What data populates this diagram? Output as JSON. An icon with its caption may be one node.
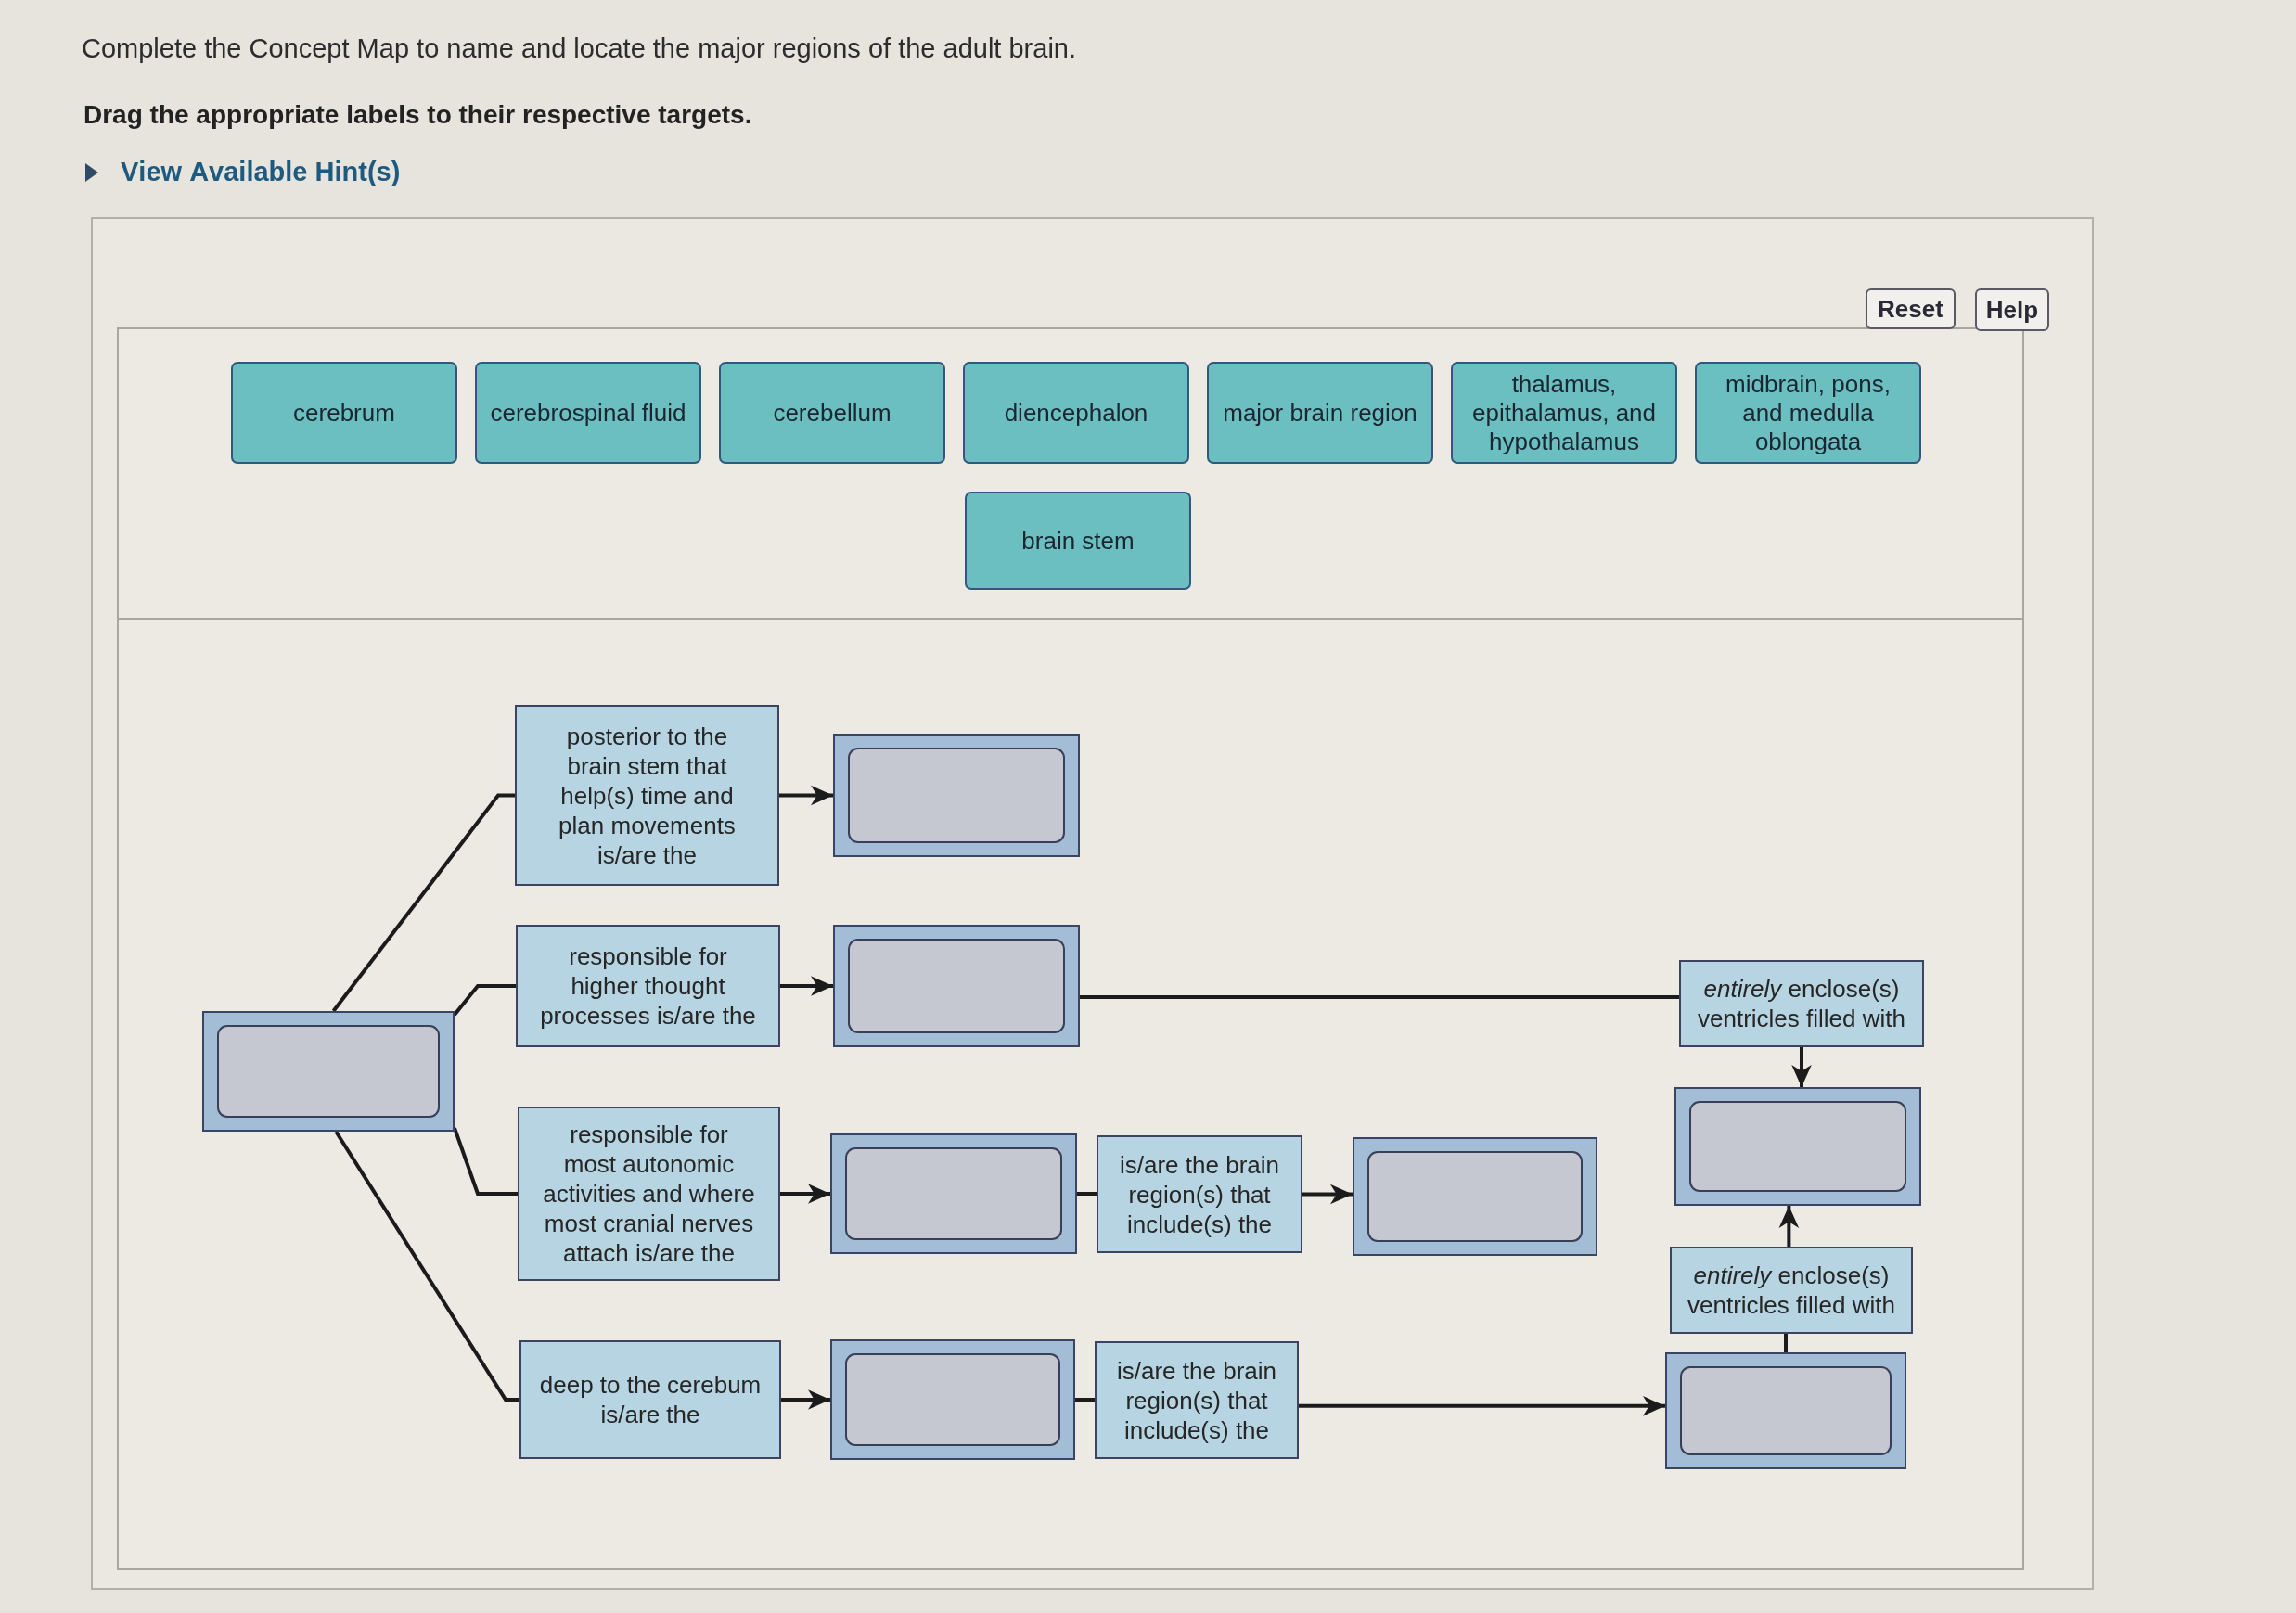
{
  "diagram": {
    "title": "Complete the Concept Map to name and locate the major regions of the adult brain.",
    "nodes": [
      {
        "text": [
          "cerebrum"
        ]
      },
      {
        "text": [
          "cerebrospinal fluid"
        ]
      },
      {
        "text": [
          "cerebellum"
        ]
      },
      {
        "text": [
          "diencephalon"
        ]
      },
      {
        "text": [
          "major brain region"
        ]
      },
      {
        "text": [
          "thalamus, epithalamus, and hypothalamus"
        ]
      },
      {
        "text": [
          "midbrain, pons, and medulla oblongata"
        ]
      },
      {
        "text": [
          "brain stem"
        ]
      },
      {
        "text": [],
        "shape": "box"
      },
      {
        "text": [
          "posterior to the brain stem that help(s) time and plan movements is/are the"
        ]
      },
      {
        "text": [],
        "shape": "box"
      },
      {
        "text": [
          "responsible for higher thought processes is/are the"
        ]
      },
      {
        "text": [],
        "shape": "box"
      },
      {
        "text": [
          "*entirely* enclose(s) ventricles filled with"
        ]
      },
      {
        "text": [],
        "shape": "box"
      },
      {
        "text": [
          "responsible for most autonomic activities and where most cranial nerves attach is/are the"
        ]
      },
      {
        "text": [],
        "shape": "box"
      },
      {
        "text": [
          "is/are the brain region(s) that include(s) the"
        ]
      },
      {
        "text": [],
        "shape": "box"
      },
      {
        "text": [
          "*entirely* enclose(s) ventricles filled with"
        ]
      },
      {
        "text": [
          "deep to the cerebum is/are the"
        ]
      },
      {
        "text": [],
        "shape": "box"
      },
      {
        "text": [
          "is/are the brain region(s) that include(s) the"
        ]
      },
      {
        "text": [],
        "shape": "box"
      }
    ],
    "edges": [
      {
        "from": 8,
        "to": 9,
        "arrow": "none"
      },
      {
        "from": 8,
        "to": 11,
        "arrow": "none"
      },
      {
        "from": 8,
        "to": 15,
        "arrow": "none"
      },
      {
        "from": 8,
        "to": 20,
        "arrow": "none"
      },
      {
        "from": 9,
        "to": 10,
        "arrow": "to"
      },
      {
        "from": 11,
        "to": 12,
        "arrow": "to"
      },
      {
        "from": 12,
        "to": 13,
        "arrow": "none"
      },
      {
        "from": 13,
        "to": 14,
        "arrow": "to"
      },
      {
        "from": 15,
        "to": 16,
        "arrow": "to"
      },
      {
        "from": 16,
        "to": 17,
        "arrow": "none"
      },
      {
        "from": 17,
        "to": 18,
        "arrow": "to"
      },
      {
        "from": 19,
        "to": 14,
        "arrow": "to"
      },
      {
        "from": 23,
        "to": 19,
        "arrow": "none"
      },
      {
        "from": 20,
        "to": 21,
        "arrow": "to"
      },
      {
        "from": 21,
        "to": 22,
        "arrow": "none"
      },
      {
        "from": 22,
        "to": 23,
        "arrow": "to"
      }
    ],
    "labels": [
      "Drag the appropriate labels to their respective targets.",
      "View Available Hint(s)",
      "Reset",
      "Help"
    ]
  }
}
